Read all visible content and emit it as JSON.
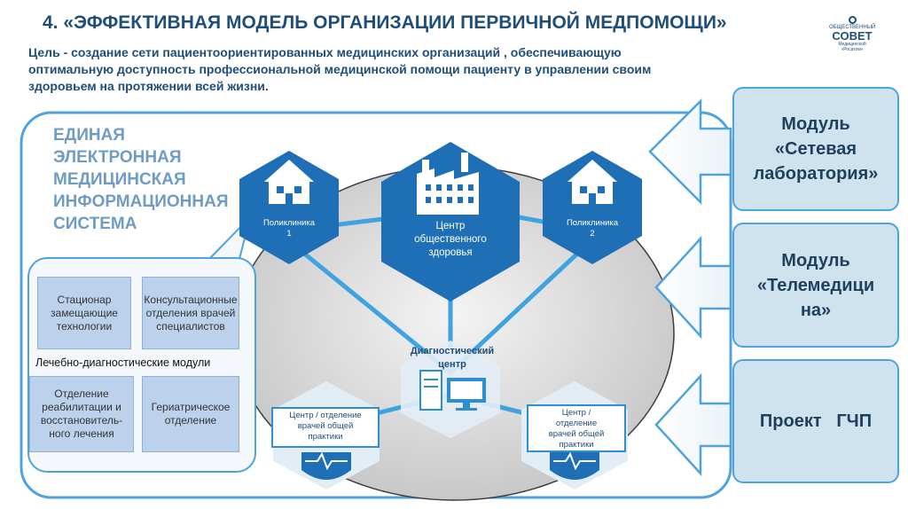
{
  "header": {
    "title": "4. «ЭФФЕКТИВНАЯ МОДЕЛЬ ОРГАНИЗАЦИИ ПЕРВИЧНОЙ МЕДПОМОЩИ»",
    "goal_line1": "Цель - создание сети пациентоориентированных медицинских организаций , обеспечивающую",
    "goal_line2": "оптимальную доступность профессиональной  медицинской помощи пациенту в управлении своим",
    "goal_line3": "здоровьем на протяжении всей жизни."
  },
  "logo": {
    "line1": "ОБЩЕСТВЕННЫЙ",
    "line2": "СОВЕТ",
    "line3": "Медицинской «Росатом»"
  },
  "ehr": {
    "line1": "ЕДИНАЯ",
    "line2": "ЭЛЕКТРОННАЯ",
    "line3": "МЕДИЦИНСКАЯ",
    "line4": "ИНФОРМАЦИОННАЯ",
    "line5": "СИСТЕМА"
  },
  "panel": {
    "caption": "Лечебно-диагностические модули",
    "modules": [
      "Стационар замещающие технологии",
      "Консультационные отделения врачей специалистов",
      "Отделение реабилитации и восстановитель-ного лечения",
      "Гериатрическое отделение"
    ]
  },
  "nodes": {
    "poly1": {
      "line1": "Поликлиника",
      "line2": "1"
    },
    "poly2": {
      "line1": "Поликлиника",
      "line2": "2"
    },
    "center": {
      "line1": "Центр",
      "line2": "общественного",
      "line3": "здоровья"
    },
    "diagnostic": {
      "line1": "Диагностический",
      "line2": "центр"
    },
    "practice_left": {
      "line1": "Центр / отделение",
      "line2": "врачей общей",
      "line3": "практики"
    },
    "practice_right": {
      "line1": "Центр /",
      "line2": "отделение",
      "line3": "врачей общей",
      "line4": "практики"
    }
  },
  "modules_right": [
    {
      "line1": "Модуль",
      "line2": "«Сетевая",
      "line3": "лаборатория»"
    },
    {
      "line1": "Модуль",
      "line2": "«Телемедици",
      "line3": "на»"
    },
    {
      "line1": "Проект   ГЧП"
    }
  ],
  "colors": {
    "title": "#1f4e79",
    "hexagon": "#1f6fb6",
    "connector": "#3ea3e0",
    "frame": "#4fa3dc",
    "module_fill": "#bcd2ec",
    "right_module_fill": "#cfe3ef"
  },
  "icons": [
    "house-icon",
    "factory-icon",
    "server-icon",
    "monitor-icon",
    "heart-pulse-icon",
    "arrow-left-icon",
    "logo-icon"
  ]
}
